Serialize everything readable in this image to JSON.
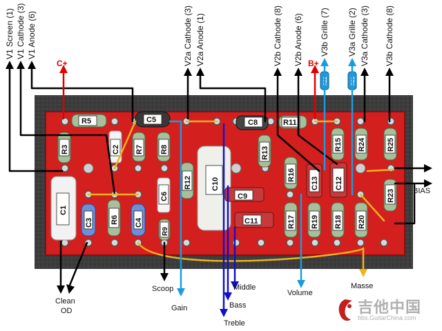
{
  "top_labels": {
    "v1_screen": "V1 Screen (1)",
    "v1_cathode": "V1 Cathode (3)",
    "v1_anode": "V1 Anode (6)",
    "v2a_cathode": "V2a Cathode (3)",
    "v2a_anode": "V2a Anode (1)",
    "v2b_cathode": "V2b Cathode (8)",
    "v2b_anode": "V2b Anode (6)",
    "v3b_grille": "V3b Grille (7)",
    "v3a_grille": "V3a Grille (2)",
    "v3a_cathode": "V3a Cathode (3)",
    "v3b_cathode": "V3b Cathode (8)"
  },
  "power": {
    "c_plus": "C+",
    "b_plus": "B+"
  },
  "bottom_labels": {
    "clean": "Clean",
    "od": "OD",
    "scoop": "Scoop",
    "gain": "Gain",
    "bass": "Bass",
    "treble": "Treble",
    "middle": "Middle",
    "volume": "Volume",
    "masse": "Masse",
    "bias": "BIAS"
  },
  "components": {
    "R5": "R5",
    "C5": "C5",
    "C8": "C8",
    "R11": "R11",
    "R3": "R3",
    "C2": "C2",
    "R7": "R7",
    "R8": "R8",
    "R12": "R12",
    "C10": "C10",
    "R13": "R13",
    "R15": "R15",
    "R24": "R24",
    "R25": "R25",
    "R16": "R16",
    "C13": "C13",
    "C12": "C12",
    "R23": "R23",
    "C1": "C1",
    "C3": "C3",
    "R6": "R6",
    "C4": "C4",
    "C6": "C6",
    "R9": "R9",
    "C9": "C9",
    "C11": "C11",
    "R17": "R17",
    "R19": "R19",
    "R18": "R18",
    "R20": "R20",
    "R21": "R21",
    "R22": "R22"
  },
  "watermark": {
    "title": "吉他中国",
    "url": "bbs.GuitarChina.com"
  },
  "colors": {
    "board": "#d41f1f",
    "background_panel": "#3a3a3a",
    "wire_black": "#000000",
    "wire_blue": "#1a9be0",
    "wire_darkblue": "#1010c8",
    "wire_yellow": "#f3b21b",
    "wire_red": "#e10000"
  }
}
